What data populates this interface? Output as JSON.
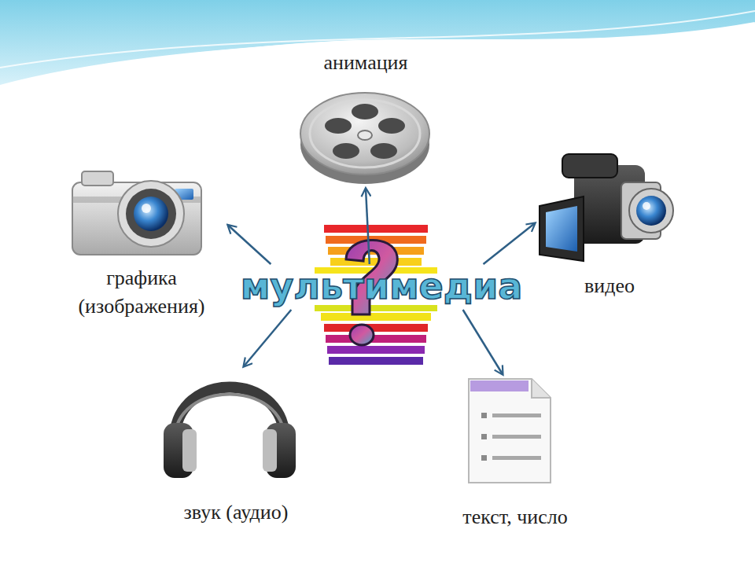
{
  "diagram": {
    "nodes": [
      {
        "text": [
          "анимация"
        ]
      },
      {
        "text": [
          "графика (изображения)"
        ]
      },
      {
        "text": [
          "мультимедиа"
        ]
      },
      {
        "text": [
          "видео"
        ]
      },
      {
        "text": [
          "звук (аудио)"
        ]
      },
      {
        "text": [
          "текст, число"
        ]
      }
    ],
    "edges": [
      {
        "from": 2,
        "to": 0,
        "arrow": "to"
      },
      {
        "from": 2,
        "to": 1,
        "arrow": "to"
      },
      {
        "from": 2,
        "to": 3,
        "arrow": "to"
      },
      {
        "from": 2,
        "to": 4,
        "arrow": "to"
      },
      {
        "from": 2,
        "to": 5,
        "arrow": "to"
      }
    ]
  }
}
